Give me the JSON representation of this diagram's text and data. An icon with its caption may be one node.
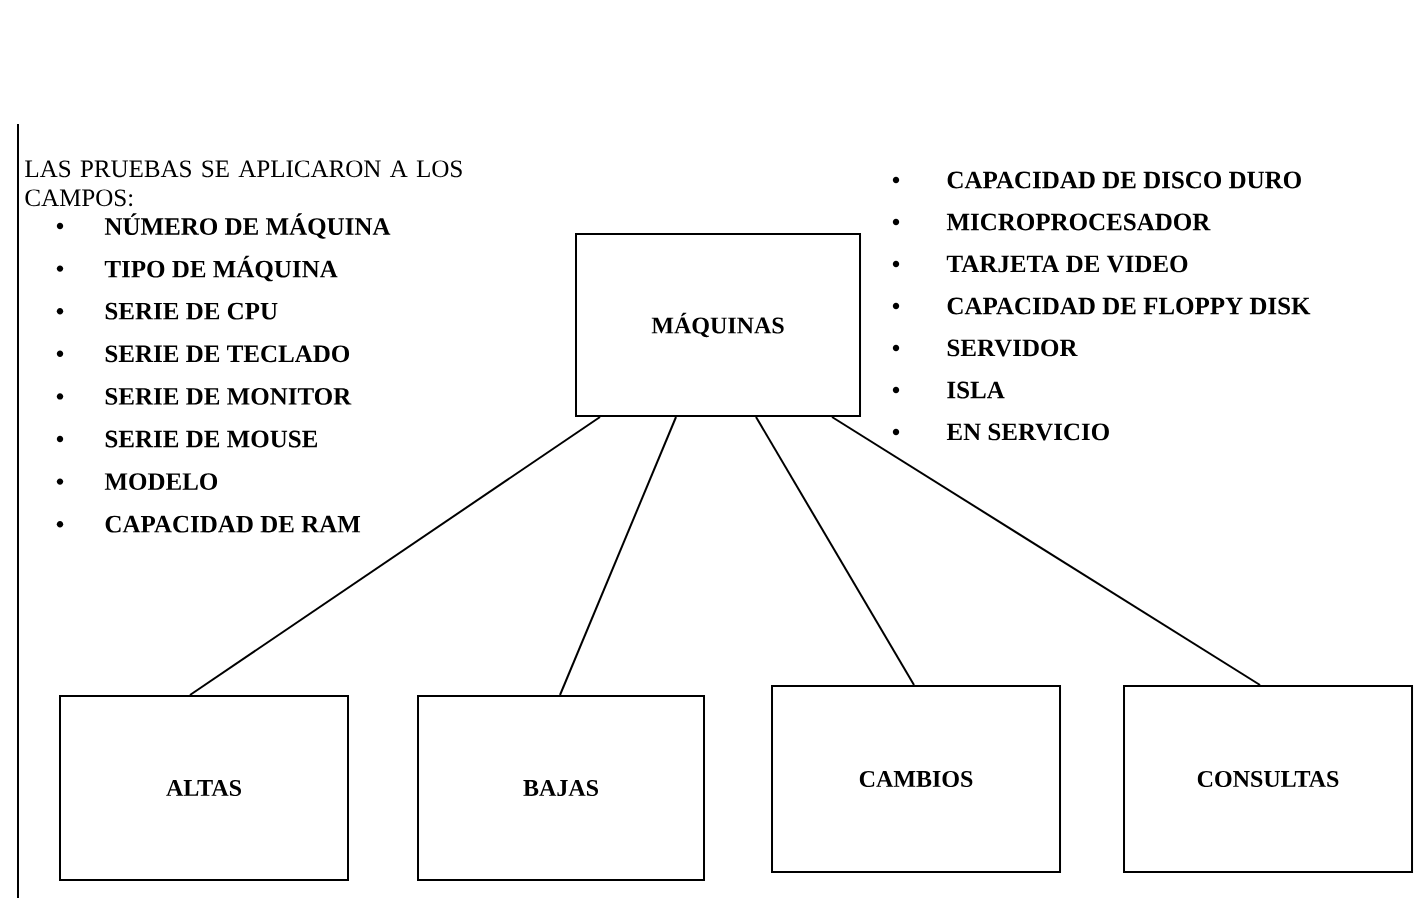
{
  "diagram": {
    "nodes": [
      {
        "text": [
          "MÁQUINAS"
        ]
      },
      {
        "text": [
          "ALTAS"
        ]
      },
      {
        "text": [
          "BAJAS"
        ]
      },
      {
        "text": [
          "CAMBIOS"
        ]
      },
      {
        "text": [
          "CONSULTAS"
        ]
      }
    ],
    "edges": [
      {
        "from": 0,
        "to": 1,
        "arrow": "none"
      },
      {
        "from": 0,
        "to": 2,
        "arrow": "none"
      },
      {
        "from": 0,
        "to": 3,
        "arrow": "none"
      },
      {
        "from": 0,
        "to": 4,
        "arrow": "none"
      }
    ],
    "labels": [
      "LAS PRUEBAS SE APLICARON A LOS CAMPOS:",
      "NÚMERO DE MÁQUINA",
      "TIPO DE MÁQUINA",
      "SERIE DE CPU",
      "SERIE DE TECLADO",
      "SERIE DE MONITOR",
      "SERIE DE MOUSE",
      "MODELO",
      "CAPACIDAD DE RAM",
      "CAPACIDAD DE DISCO DURO",
      "MICROPROCESADOR",
      "TARJETA DE VIDEO",
      "CAPACIDAD DE FLOPPY DISK",
      "SERVIDOR",
      "ISLA",
      "EN SERVICIO"
    ]
  }
}
